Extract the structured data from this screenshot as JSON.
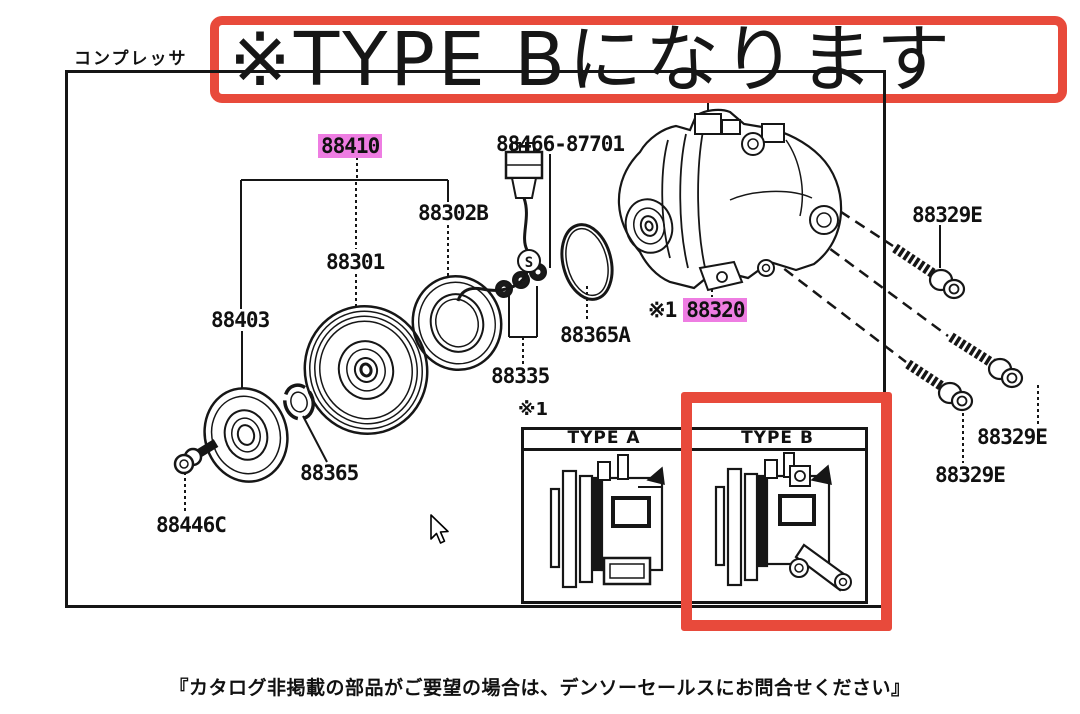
{
  "window": {
    "section_label": "コンプレッサ",
    "banner": {
      "text": "※TYPE Bになります"
    },
    "footer_note": "『カタログ非掲載の部品がご要望の場合は、デンソーセールスにお問合せください』"
  },
  "colors": {
    "annotation_red": "#e84a3b",
    "highlight_pink": "#ee7de2",
    "ink": "#161616",
    "paper": "#ffffff"
  },
  "parts": {
    "labels": [
      {
        "text": "88410",
        "highlighted": true
      },
      {
        "text": "88466-87701",
        "highlighted": false
      },
      {
        "text": "88302B",
        "highlighted": false
      },
      {
        "text": "88301",
        "highlighted": false
      },
      {
        "text": "88403",
        "highlighted": false
      },
      {
        "text": "88365",
        "highlighted": false
      },
      {
        "text": "88446C",
        "highlighted": false
      },
      {
        "text": "88335",
        "highlighted": false
      },
      {
        "text": "88365A",
        "highlighted": false
      },
      {
        "prefix": "※1",
        "text": "88320",
        "highlighted": true
      },
      {
        "text": "88329E",
        "highlighted": false
      },
      {
        "text": "88329E",
        "highlighted": false
      },
      {
        "text": "88329E",
        "highlighted": false
      }
    ],
    "wire_marker": "S"
  },
  "inset": {
    "ref_label": "※1",
    "type_a_header": "TYPE A",
    "type_b_header": "TYPE B"
  }
}
